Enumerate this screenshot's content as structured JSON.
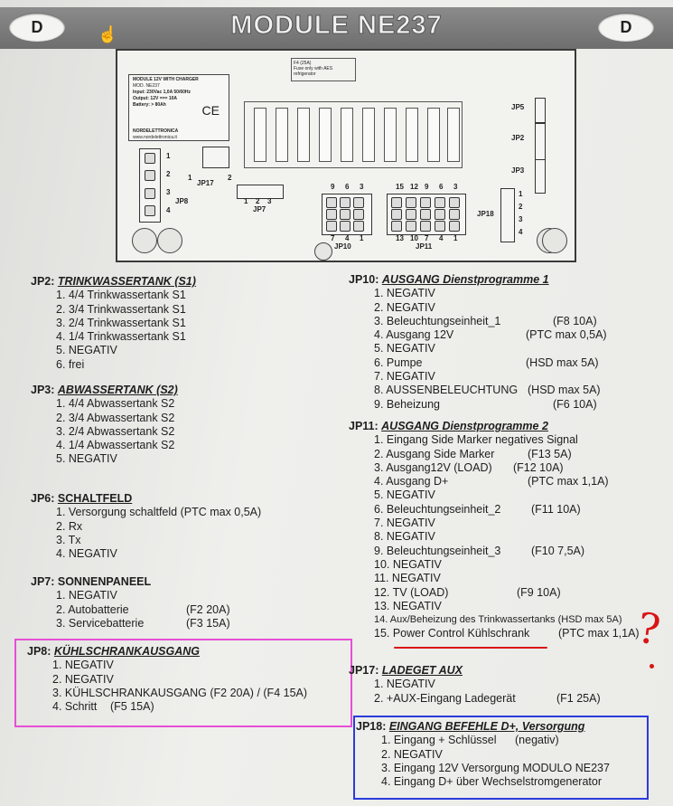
{
  "banner": {
    "title": "MODULE NE237",
    "badge_left": "D",
    "badge_right": "D"
  },
  "diagram": {
    "label": [
      "MODULE 12V WITH CHARGER",
      "MOD. NE237",
      "Input: 230Vac 1,0A 50/60Hz",
      "Output: 12V === 10A",
      "Battery: > 80Ah",
      "NORDELETTRONICA",
      "www.nordelettronica.it"
    ],
    "warning": [
      "F4 (25A)",
      "Fuse only with AES",
      "refrigerator"
    ],
    "jp5": "JP5",
    "jp2": "JP2",
    "jp3": "JP3",
    "jp8": "JP8",
    "jp17": "JP17",
    "jp7": "JP7",
    "jp10": "JP10",
    "jp11": "JP11",
    "jp18": "JP18",
    "jp10_top": [
      "9",
      "6",
      "3"
    ],
    "jp10_bottom": [
      "7",
      "4",
      "1"
    ],
    "jp11_top": [
      "15",
      "12",
      "9",
      "6",
      "3"
    ],
    "jp11_bottom": [
      "13",
      "10",
      "7",
      "4",
      "1"
    ],
    "jp7_pins": [
      "1",
      "2",
      "3"
    ],
    "jp17_pins": [
      "1",
      "2"
    ],
    "jp8_pins": [
      "1",
      "2",
      "3",
      "4"
    ],
    "jp18_pins": [
      "1",
      "2",
      "3",
      "4"
    ]
  },
  "sections": {
    "jp2": {
      "prefix": "JP2: ",
      "title": "TRINKWASSERTANK (S1)",
      "items": [
        "1. 4/4 Trinkwassertank S1",
        "2. 3/4 Trinkwassertank S1",
        "3. 2/4 Trinkwassertank S1",
        "4. 1/4 Trinkwassertank S1",
        "5. NEGATIV",
        "6. frei"
      ]
    },
    "jp3": {
      "prefix": "JP3: ",
      "title": "ABWASSERTANK (S2)",
      "items": [
        "1. 4/4 Abwassertank S2",
        "2. 3/4 Abwassertank S2",
        "3. 2/4 Abwassertank S2",
        "4. 1/4 Abwassertank S2",
        "5. NEGATIV"
      ]
    },
    "jp6": {
      "prefix": "JP6: ",
      "title": "SCHALTFELD",
      "items": [
        "1. Versorgung schaltfeld (PTC max 0,5A)",
        "2. Rx",
        "3. Tx",
        "4. NEGATIV"
      ]
    },
    "jp7": {
      "prefix": "JP7: SONNENPANEEL",
      "items": [
        "1. NEGATIV",
        "2. Autobatterie",
        "3. Servicebatterie"
      ],
      "notes": [
        "",
        "(F2 20A)",
        "(F3 15A)"
      ]
    },
    "jp8": {
      "prefix": "JP8: ",
      "title": "KÜHLSCHRANKAUSGANG",
      "items": [
        "1. NEGATIV",
        "2. NEGATIV",
        "3. KÜHLSCHRANKAUSGANG (F2 20A) / (F4 15A)",
        "4. Schritt"
      ],
      "notes": [
        "",
        "",
        "",
        "(F5 15A)"
      ]
    },
    "jp10": {
      "prefix": "JP10: ",
      "title": "AUSGANG Dienstprogramme 1",
      "items": [
        "1. NEGATIV",
        "2. NEGATIV",
        "3. Beleuchtungseinheit_1",
        "4. Ausgang 12V",
        "5. NEGATIV",
        "6. Pumpe",
        "7. NEGATIV",
        "8. AUSSENBELEUCHTUNG",
        "9. Beheizung"
      ],
      "notes": [
        "",
        "",
        "(F8 10A)",
        "(PTC max 0,5A)",
        "",
        "(HSD max 5A)",
        "",
        "(HSD max 5A)",
        "(F6 10A)"
      ]
    },
    "jp11": {
      "prefix": "JP11: ",
      "title": "AUSGANG Dienstprogramme 2",
      "items": [
        "1.  Eingang Side Marker negatives Signal",
        "2.  Ausgang Side Marker",
        "3.  Ausgang12V (LOAD)",
        "4.  Ausgang D+",
        "5.  NEGATIV",
        "6.  Beleuchtungseinheit_2",
        "7.  NEGATIV",
        "8.  NEGATIV",
        "9.  Beleuchtungseinheit_3",
        "10. NEGATIV",
        "11. NEGATIV",
        "12. TV (LOAD)",
        "13. NEGATIV",
        "14. Aux/Beheizung des Trinkwassertanks (HSD max 5A)",
        "15. Power Control Kühlschrank"
      ],
      "notes": [
        "",
        "(F13 5A)",
        "(F12 10A)",
        "(PTC max 1,1A)",
        "",
        "(F11 10A)",
        "",
        "",
        "(F10 7,5A)",
        "",
        "",
        "(F9 10A)",
        "",
        "",
        "(PTC max 1,1A)"
      ]
    },
    "jp17": {
      "prefix": "JP17: ",
      "title": "LADEGET AUX",
      "items": [
        "1. NEGATIV",
        "2. +AUX-Eingang Ladegerät"
      ],
      "notes": [
        "",
        "(F1 25A)"
      ]
    },
    "jp18": {
      "prefix": "JP18: ",
      "title": "EINGANG BEFEHLE D+, Versorgung",
      "items": [
        "1. Eingang + Schlüssel",
        "2. NEGATIV",
        "3. Eingang 12V Versorgung MODULO NE237",
        "4. Eingang D+ über Wechselstromgenerator"
      ],
      "notes": [
        "(negativ)",
        "",
        "",
        ""
      ]
    }
  },
  "annotation": {
    "question_mark": "?"
  }
}
